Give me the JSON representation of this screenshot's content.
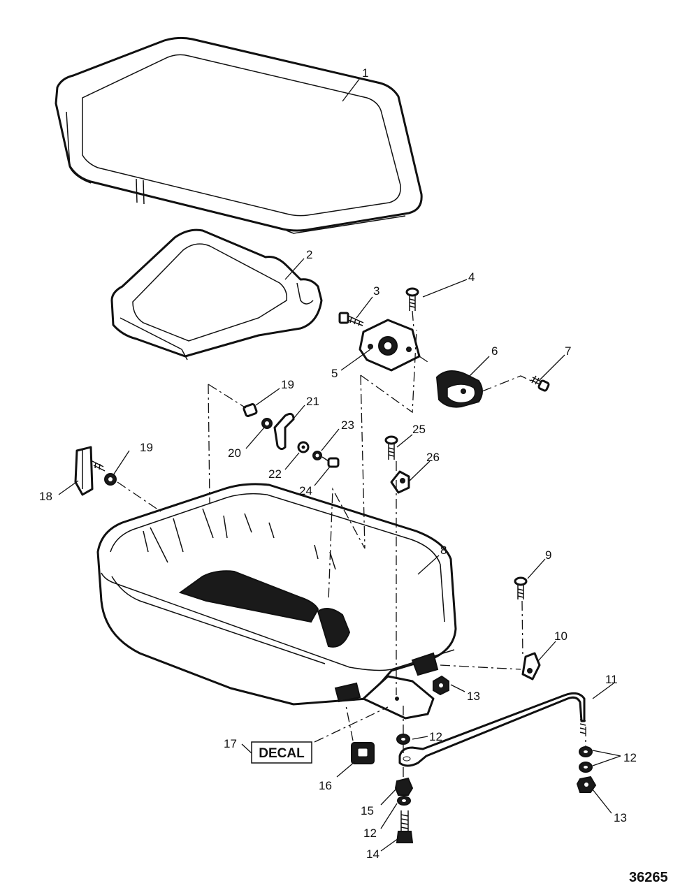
{
  "diagram": {
    "callouts": [
      "1",
      "2",
      "3",
      "4",
      "5",
      "6",
      "7",
      "8",
      "9",
      "10",
      "11",
      "12",
      "12",
      "12",
      "12",
      "13",
      "13",
      "14",
      "15",
      "16",
      "17",
      "18",
      "19",
      "19",
      "20",
      "21",
      "22",
      "23",
      "24",
      "25",
      "26"
    ],
    "decal_label": "DECAL",
    "figure_number": "36265"
  }
}
